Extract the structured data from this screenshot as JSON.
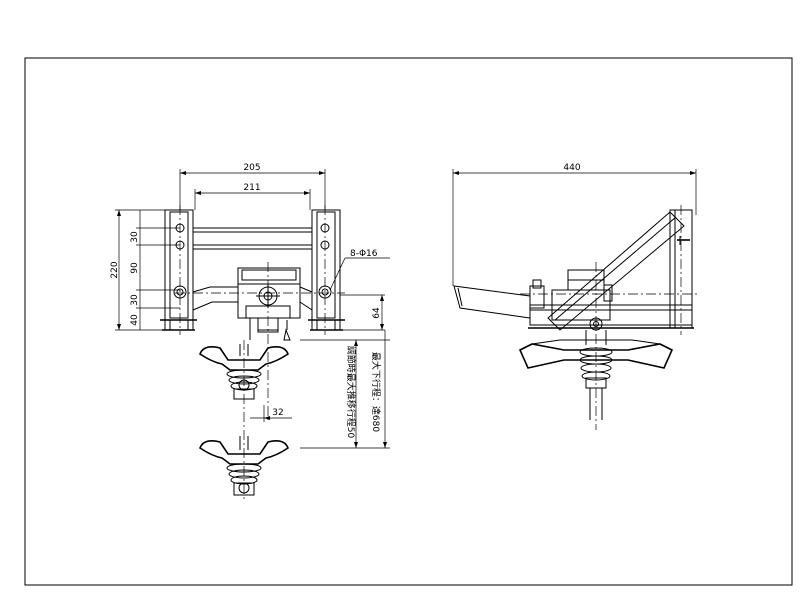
{
  "dimensions": {
    "width_205": "205",
    "width_211": "211",
    "height_220": "220",
    "seg_30_top": "30",
    "seg_90": "90",
    "seg_30_bottom": "30",
    "seg_40": "40",
    "hole_spec": "8-Φ16",
    "height_64": "64",
    "spacing_32": "32",
    "width_440": "440"
  },
  "notes": {
    "max_adjust_stroke": "調節時最大推移行程50",
    "max_sag_stroke": "最大下行程：達680"
  }
}
